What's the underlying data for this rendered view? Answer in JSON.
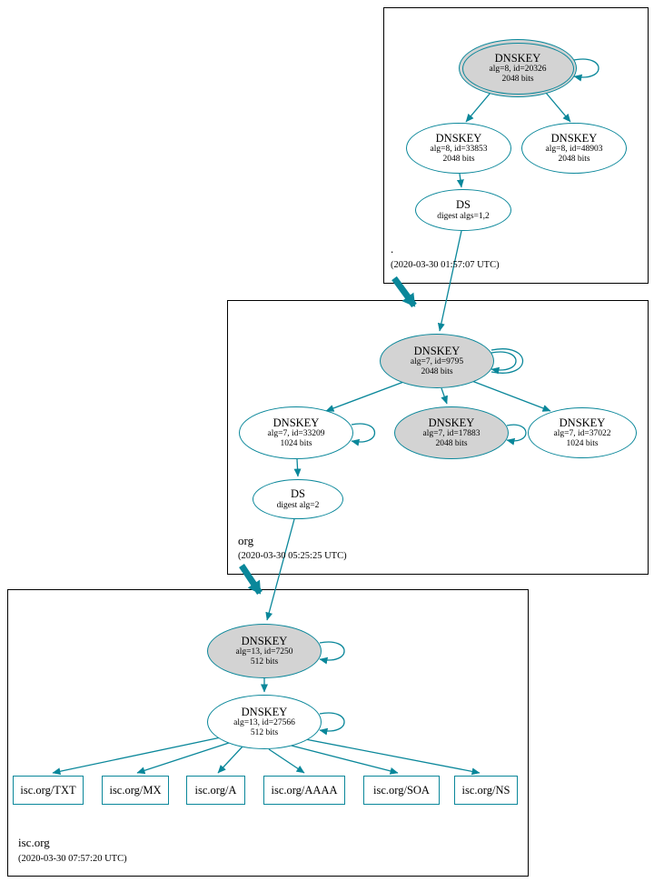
{
  "colors": {
    "teal": "#0a879a",
    "gray_fill": "#d3d3d3"
  },
  "zones": [
    {
      "label": ".",
      "timestamp": "(2020-03-30 01:57:07 UTC)",
      "nodes": {
        "ksk": {
          "title": "DNSKEY",
          "detail1": "alg=8, id=20326",
          "detail2": "2048 bits"
        },
        "zsk1": {
          "title": "DNSKEY",
          "detail1": "alg=8, id=33853",
          "detail2": "2048 bits"
        },
        "zsk2": {
          "title": "DNSKEY",
          "detail1": "alg=8, id=48903",
          "detail2": "2048 bits"
        },
        "ds": {
          "title": "DS",
          "detail1": "digest algs=1,2"
        }
      }
    },
    {
      "label": "org",
      "timestamp": "(2020-03-30 05:25:25 UTC)",
      "nodes": {
        "ksk": {
          "title": "DNSKEY",
          "detail1": "alg=7, id=9795",
          "detail2": "2048 bits"
        },
        "key33209": {
          "title": "DNSKEY",
          "detail1": "alg=7, id=33209",
          "detail2": "1024 bits"
        },
        "key17883": {
          "title": "DNSKEY",
          "detail1": "alg=7, id=17883",
          "detail2": "2048 bits"
        },
        "key37022": {
          "title": "DNSKEY",
          "detail1": "alg=7, id=37022",
          "detail2": "1024 bits"
        },
        "ds": {
          "title": "DS",
          "detail1": "digest alg=2"
        }
      }
    },
    {
      "label": "isc.org",
      "timestamp": "(2020-03-30 07:57:20 UTC)",
      "nodes": {
        "ksk": {
          "title": "DNSKEY",
          "detail1": "alg=13, id=7250",
          "detail2": "512 bits"
        },
        "zsk": {
          "title": "DNSKEY",
          "detail1": "alg=13, id=27566",
          "detail2": "512 bits"
        },
        "rrsets": [
          {
            "label": "isc.org/TXT"
          },
          {
            "label": "isc.org/MX"
          },
          {
            "label": "isc.org/A"
          },
          {
            "label": "isc.org/AAAA"
          },
          {
            "label": "isc.org/SOA"
          },
          {
            "label": "isc.org/NS"
          }
        ]
      }
    }
  ]
}
